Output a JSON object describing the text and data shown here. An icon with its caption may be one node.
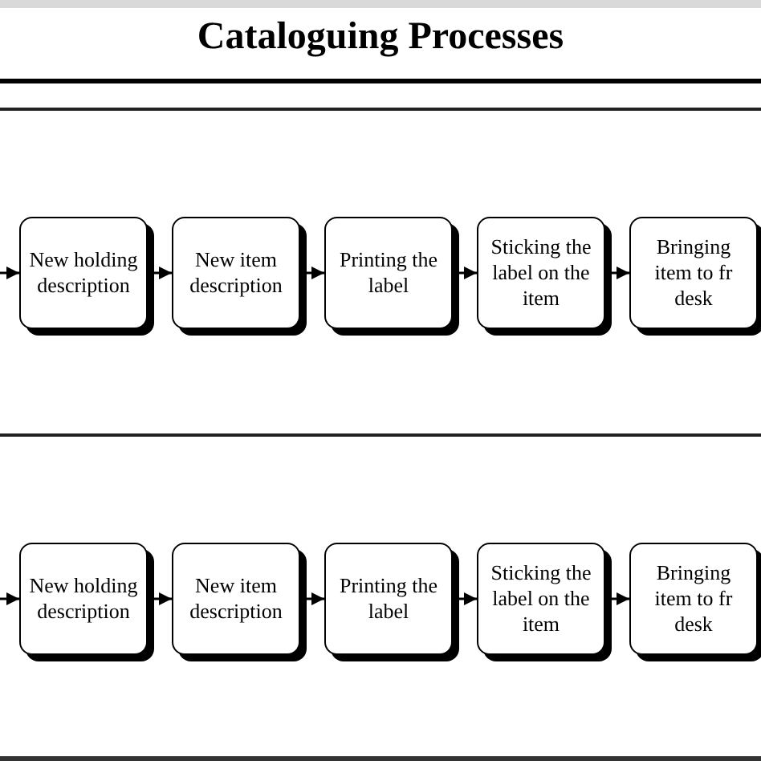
{
  "diagram": {
    "title": "Cataloguing Processes",
    "nodes": [
      {
        "text": [
          "New holding description"
        ]
      },
      {
        "text": [
          "New item description"
        ]
      },
      {
        "text": [
          "Printing the label"
        ]
      },
      {
        "text": [
          "Sticking the label on the item"
        ]
      },
      {
        "text": [
          "Bringing item to fr desk"
        ]
      },
      {
        "text": [
          "New holding description"
        ]
      },
      {
        "text": [
          "New item description"
        ]
      },
      {
        "text": [
          "Printing the label"
        ]
      },
      {
        "text": [
          "Sticking the label on the item"
        ]
      },
      {
        "text": [
          "Bringing item to fr desk"
        ]
      }
    ],
    "edges": [
      {
        "from": null,
        "to": 0,
        "arrow": "to"
      },
      {
        "from": 0,
        "to": 1,
        "arrow": "to"
      },
      {
        "from": 1,
        "to": 2,
        "arrow": "to"
      },
      {
        "from": 2,
        "to": 3,
        "arrow": "to"
      },
      {
        "from": 3,
        "to": 4,
        "arrow": "to"
      },
      {
        "from": null,
        "to": 5,
        "arrow": "to"
      },
      {
        "from": 5,
        "to": 6,
        "arrow": "to"
      },
      {
        "from": 6,
        "to": 7,
        "arrow": "to"
      },
      {
        "from": 7,
        "to": 8,
        "arrow": "to"
      },
      {
        "from": 8,
        "to": 9,
        "arrow": "to"
      }
    ]
  }
}
